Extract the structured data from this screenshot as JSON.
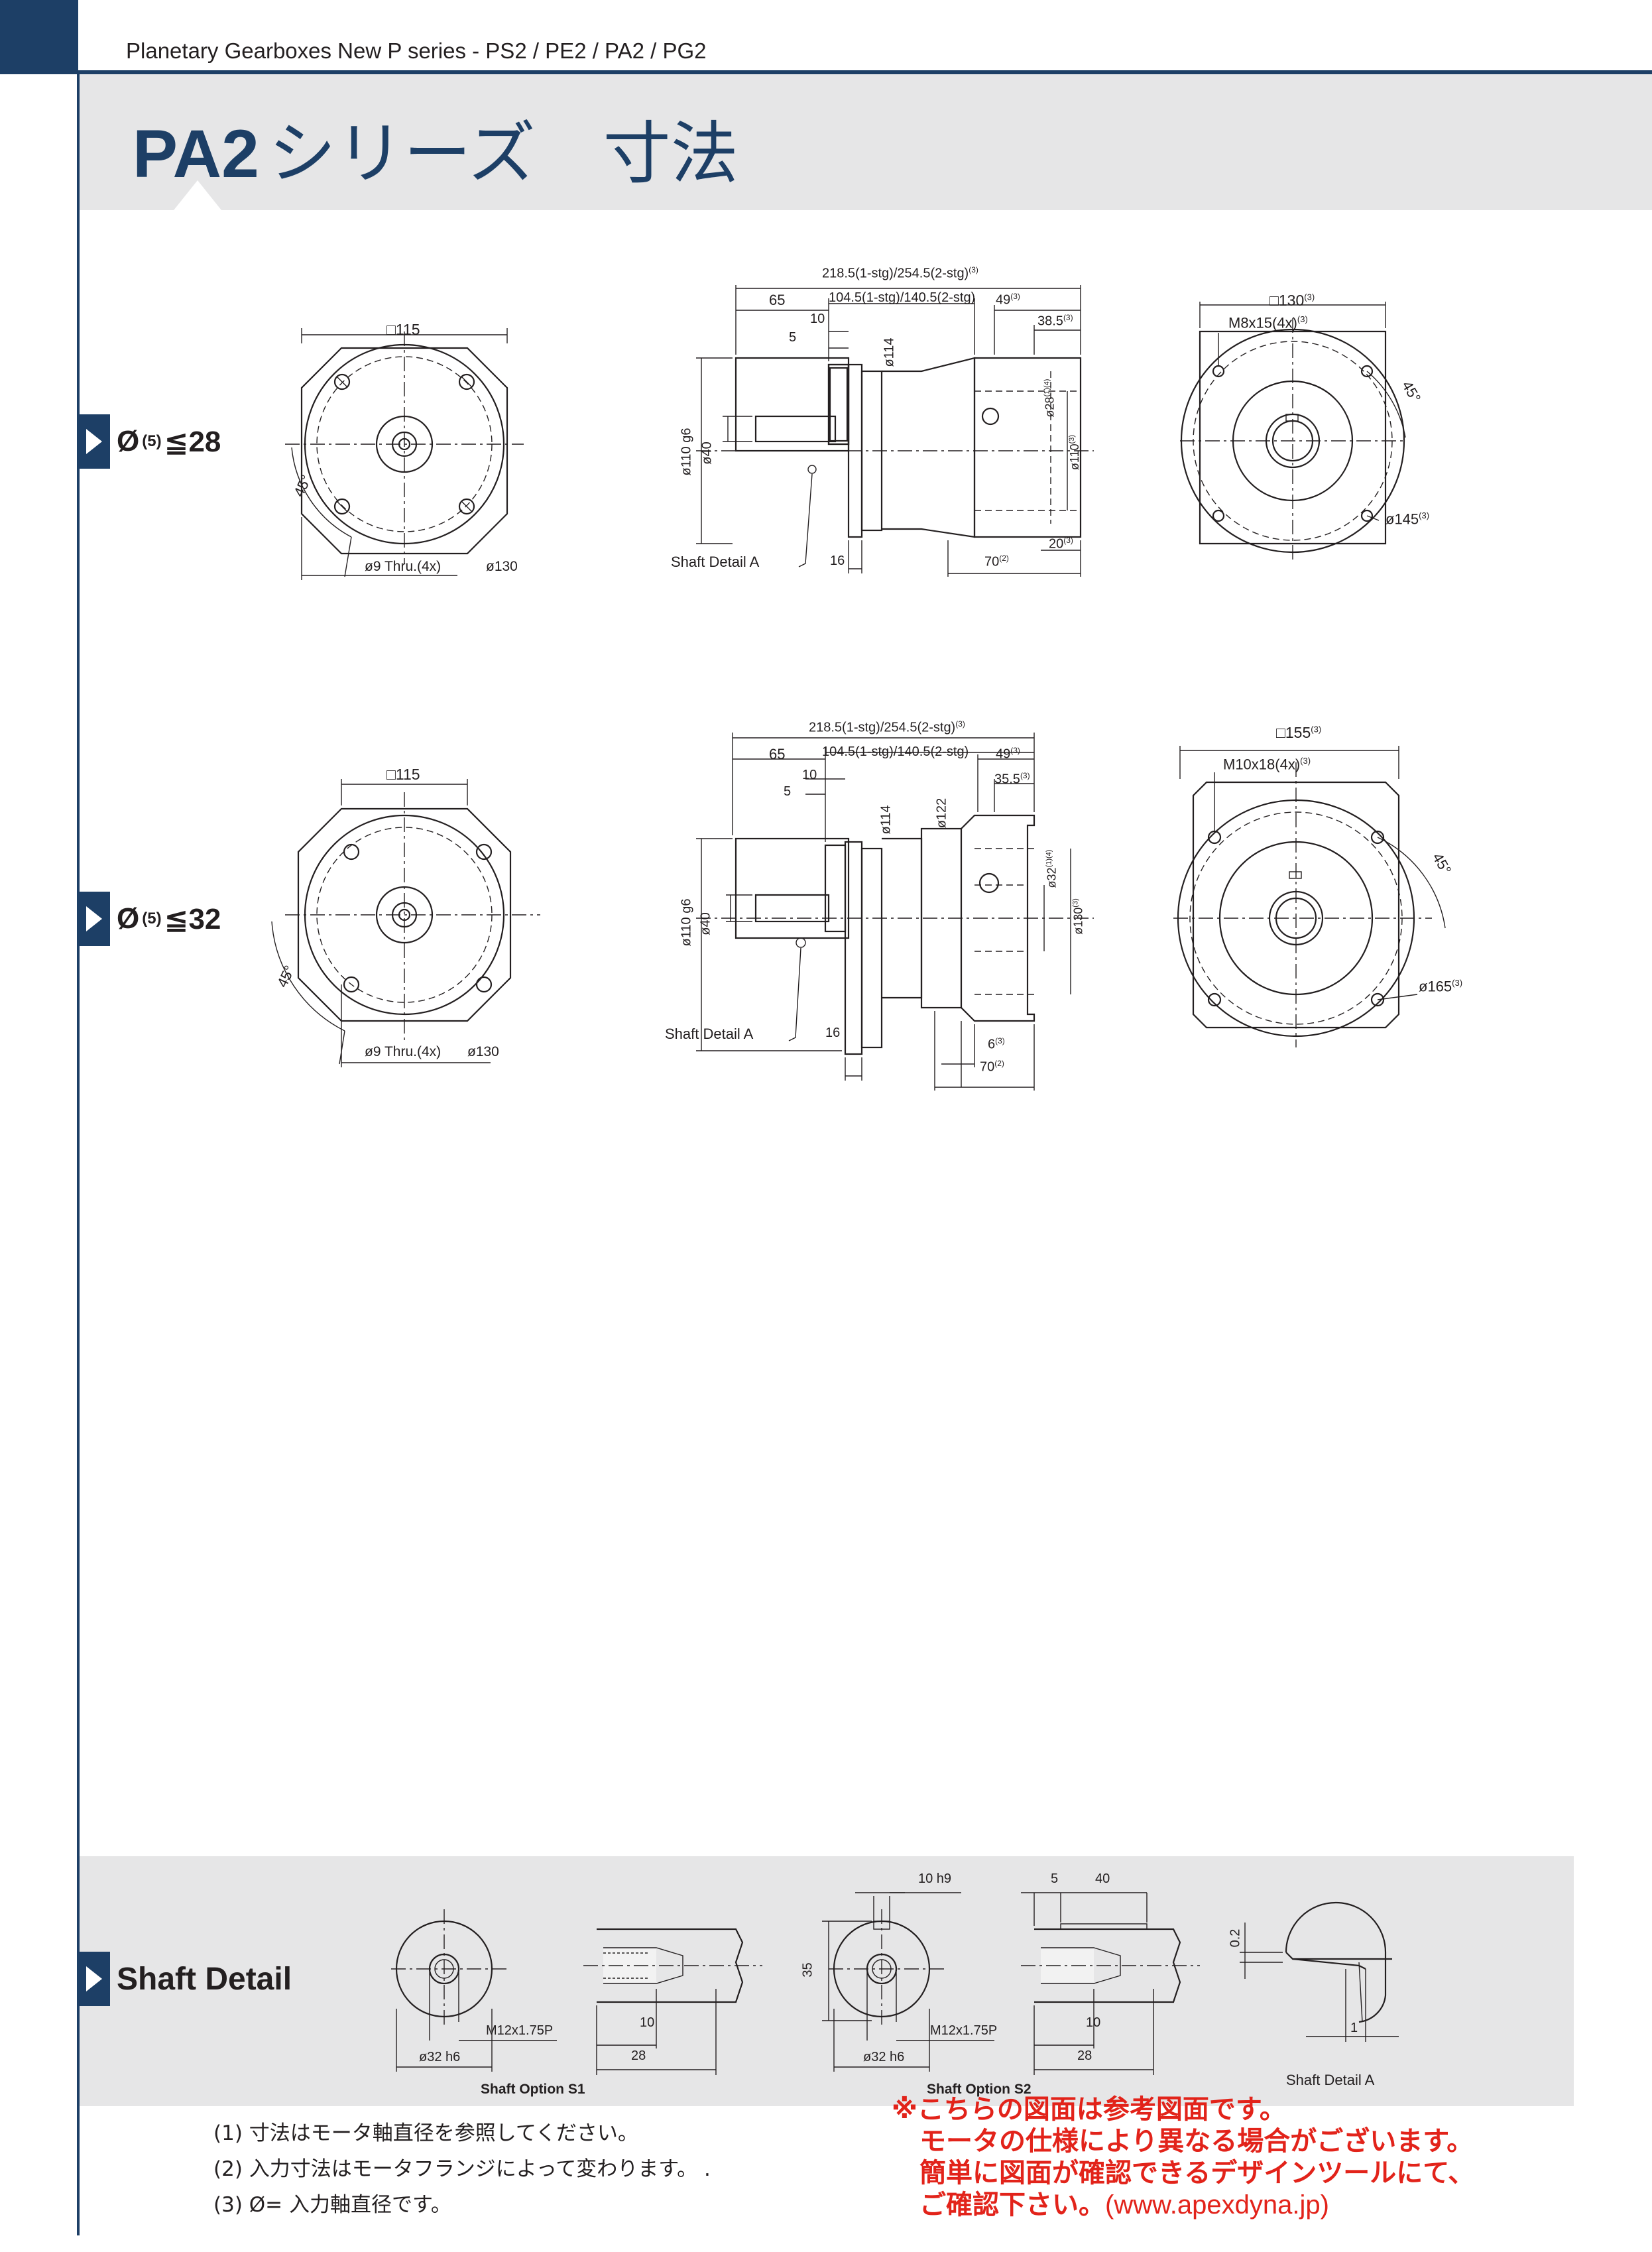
{
  "header": {
    "series": "Planetary Gearboxes New P series - PS2 / PE2 / PA2 / PG2"
  },
  "title": {
    "model": "PA2",
    "rest": "シリーズ　寸法"
  },
  "rows": [
    {
      "label_prefix": "Ø",
      "label_sup": "(5)",
      "label_suffix": "≦28",
      "front": {
        "square": "□115",
        "holes": "ø9 Thru.(4x)",
        "pcd": "ø130",
        "angle": "45°"
      },
      "side": {
        "total": "218.5(1-stg)/254.5(2-stg)",
        "total_sup": "(3)",
        "body": "104.5(1-stg)/140.5(2-stg)",
        "shaft_len": "65",
        "d10": "10",
        "d5": "5",
        "d49": "49",
        "d49_sup": "(3)",
        "d385": "38.5",
        "d385_sup": "(3)",
        "dia114": "ø114",
        "dia110": "ø110 g6",
        "dia40": "ø40",
        "dia28": "ø28",
        "dia28_sup": "(1)(4)",
        "dia110r": "ø110",
        "dia110r_sup": "(3)",
        "d16": "16",
        "d70": "70",
        "d70_sup": "(2)",
        "d20": "20",
        "d20_sup": "(3)",
        "shaft_detail": "Shaft Detail  A"
      },
      "rear": {
        "square": "□130",
        "square_sup": "(3)",
        "thread": "M8x15(4x)",
        "thread_sup": "(3)",
        "angle": "45°",
        "pcd": "ø145",
        "pcd_sup": "(3)"
      }
    },
    {
      "label_prefix": "Ø",
      "label_sup": "(5)",
      "label_suffix": "≦32",
      "front": {
        "square": "□115",
        "holes": "ø9 Thru.(4x)",
        "pcd": "ø130",
        "angle": "45°"
      },
      "side": {
        "total": "218.5(1-stg)/254.5(2-stg)",
        "total_sup": "(3)",
        "body": "104.5(1-stg)/140.5(2-stg)",
        "shaft_len": "65",
        "d10": "10",
        "d5": "5",
        "d49": "49",
        "d49_sup": "(3)",
        "d355": "35.5",
        "d355_sup": "(3)",
        "dia114": "ø114",
        "dia122": "ø122",
        "dia110": "ø110 g6",
        "dia40": "ø40",
        "dia32": "ø32",
        "dia32_sup": "(1)(4)",
        "dia130r": "ø130",
        "dia130r_sup": "(3)",
        "d16": "16",
        "d6": "6",
        "d6_sup": "(3)",
        "d70": "70",
        "d70_sup": "(2)",
        "shaft_detail": "Shaft Detail  A"
      },
      "rear": {
        "square": "□155",
        "square_sup": "(3)",
        "thread": "M10x18(4x)",
        "thread_sup": "(3)",
        "angle": "45°",
        "pcd": "ø165",
        "pcd_sup": "(3)"
      }
    }
  ],
  "shaft_detail": {
    "label": "Shaft Detail",
    "s1": {
      "caption": "Shaft Option S1",
      "thread": "M12x1.75P",
      "dia": "ø32 h6",
      "d10": "10",
      "d28": "28"
    },
    "s2": {
      "caption": "Shaft Option S2",
      "thread": "M12x1.75P",
      "dia": "ø32 h6",
      "d10": "10",
      "d28": "28",
      "d35": "35",
      "key": "10 h9",
      "d5": "5",
      "d40": "40"
    },
    "a": {
      "caption": "Shaft  Detail  A",
      "d02": "0.2",
      "d1": "1"
    }
  },
  "notes": [
    "(1) 寸法はモータ軸直径を参照してください。",
    "(2) 入力寸法はモータフランジによって変わります。 .",
    "(3) Ø= 入力軸直径です。"
  ],
  "red_note": {
    "line1": "※こちらの図面は参考図面です。",
    "line2": "モータの仕様により異なる場合がございます。",
    "line3": "簡単に図面が確認できるデザインツールにて、",
    "line4": "ご確認下さい。",
    "url": "(www.apexdyna.jp)"
  },
  "colors": {
    "brand": "#1d3f66",
    "band": "#e6e6e7",
    "warning": "#e2231a"
  }
}
